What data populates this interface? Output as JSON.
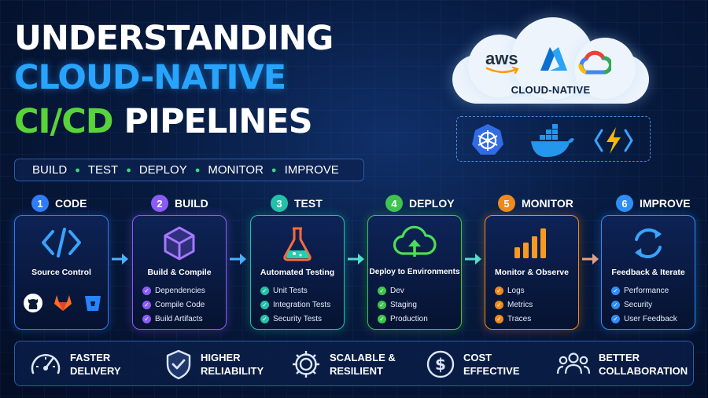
{
  "title": {
    "line1": "UNDERSTANDING",
    "line2": "CLOUD-NATIVE",
    "line3a": "CI/CD",
    "line3b": "PIPELINES"
  },
  "stages": [
    "BUILD",
    "TEST",
    "DEPLOY",
    "MONITOR",
    "IMPROVE"
  ],
  "cloud": {
    "label": "CLOUD-NATIVE",
    "logos": [
      "aws-logo",
      "azure-logo",
      "google-cloud-logo"
    ],
    "aws_text": "aws",
    "tools": [
      "kubernetes-icon",
      "docker-icon",
      "serverless-functions-icon"
    ]
  },
  "colors": {
    "title_blue": "#28a4ff",
    "title_green": "#58d33a",
    "step1": "#2f7cf6",
    "step2": "#8a5cf5",
    "step3": "#22c2a8",
    "step4": "#3fc44f",
    "step5": "#f08a1c",
    "step6": "#2f8ef6"
  },
  "steps": [
    {
      "num": "1",
      "name": "CODE",
      "title": "Source Control",
      "icon": "code-brackets-icon",
      "items": [],
      "tools": [
        "github-icon",
        "gitlab-icon",
        "bitbucket-icon"
      ]
    },
    {
      "num": "2",
      "name": "BUILD",
      "title": "Build & Compile",
      "icon": "cube-icon",
      "items": [
        "Dependencies",
        "Compile Code",
        "Build Artifacts"
      ]
    },
    {
      "num": "3",
      "name": "TEST",
      "title": "Automated Testing",
      "icon": "flask-icon",
      "items": [
        "Unit Tests",
        "Integration Tests",
        "Security Tests"
      ]
    },
    {
      "num": "4",
      "name": "DEPLOY",
      "title": "Deploy to Environments",
      "icon": "cloud-upload-icon",
      "items": [
        "Dev",
        "Staging",
        "Production"
      ]
    },
    {
      "num": "5",
      "name": "MONITOR",
      "title": "Monitor & Observe",
      "icon": "bar-chart-icon",
      "items": [
        "Logs",
        "Metrics",
        "Traces"
      ]
    },
    {
      "num": "6",
      "name": "IMPROVE",
      "title": "Feedback & Iterate",
      "icon": "refresh-cycle-icon",
      "items": [
        "Performance",
        "Security",
        "User Feedback"
      ]
    }
  ],
  "benefits": [
    {
      "line1": "FASTER",
      "line2": "DELIVERY",
      "icon": "speedometer-icon"
    },
    {
      "line1": "HIGHER",
      "line2": "RELIABILITY",
      "icon": "shield-check-icon"
    },
    {
      "line1": "SCALABLE &",
      "line2": "RESILIENT",
      "icon": "gear-icon"
    },
    {
      "line1": "COST",
      "line2": "EFFECTIVE",
      "icon": "dollar-coin-icon"
    },
    {
      "line1": "BETTER",
      "line2": "COLLABORATION",
      "icon": "team-icon"
    }
  ]
}
